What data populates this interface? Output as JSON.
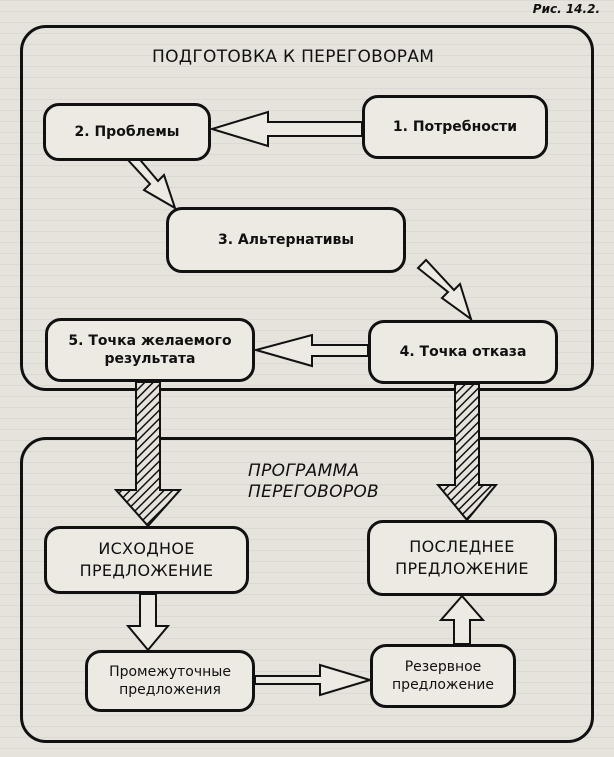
{
  "figure_label": "Рис. 14.2.",
  "preparation": {
    "title": "ПОДГОТОВКА К ПЕРЕГОВОРАМ",
    "nodes": {
      "needs": "1. Потребности",
      "problems": "2. Проблемы",
      "alternatives": "3. Альтернативы",
      "refusal_point": "4. Точка отказа",
      "desired_result_line1": "5. Точка желаемого",
      "desired_result_line2": "результата"
    }
  },
  "program": {
    "title_line1": "ПРОГРАММА",
    "title_line2": "ПЕРЕГОВОРОВ",
    "nodes": {
      "initial_line1": "ИСХОДНОЕ",
      "initial_line2": "ПРЕДЛОЖЕНИЕ",
      "last_line1": "ПОСЛЕДНЕЕ",
      "last_line2": "ПРЕДЛОЖЕНИЕ",
      "intermediate_line1": "Промежуточные",
      "intermediate_line2": "предложения",
      "reserve_line1": "Резервное",
      "reserve_line2": "предложение"
    }
  }
}
